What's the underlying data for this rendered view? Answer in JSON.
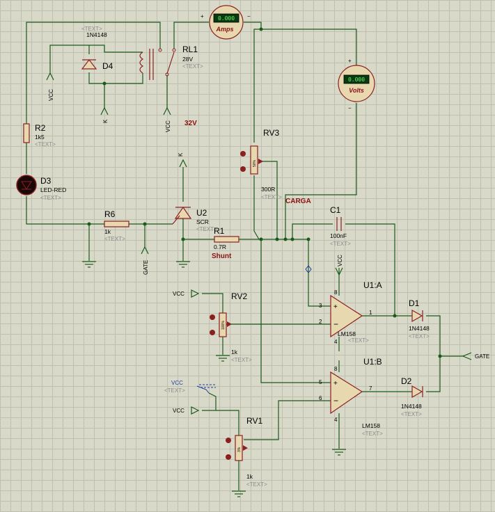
{
  "placeholder": "<TEXT>",
  "meters": {
    "amps": {
      "unit": "Amps",
      "reading": "0.000",
      "plus": "+",
      "minus": "−"
    },
    "volts": {
      "unit": "Volts",
      "reading": "0.000",
      "plus": "+",
      "minus": "−"
    }
  },
  "components": {
    "rl1": {
      "ref": "RL1",
      "value": "28V"
    },
    "d4": {
      "ref": "D4",
      "value": "1N4148"
    },
    "r2": {
      "ref": "R2",
      "value": "1k5"
    },
    "d3": {
      "ref": "D3",
      "value": "LED-RED"
    },
    "r6": {
      "ref": "R6",
      "value": "1k"
    },
    "u2": {
      "ref": "U2",
      "value": "SCR"
    },
    "r1": {
      "ref": "R1",
      "value": "0.7R",
      "note": "Shunt"
    },
    "rv3": {
      "ref": "RV3",
      "value": "300R",
      "pct": "50%"
    },
    "c1": {
      "ref": "C1",
      "value": "100nF"
    },
    "rv2": {
      "ref": "RV2",
      "value": "1k",
      "pct": "100%"
    },
    "rv1": {
      "ref": "RV1",
      "value": "1k",
      "pct": "3%"
    },
    "u1a": {
      "ref": "U1:A",
      "value": "LM158",
      "pins": [
        "3",
        "2",
        "1",
        "8",
        "4"
      ]
    },
    "u1b": {
      "ref": "U1:B",
      "value": "LM158",
      "pins": [
        "5",
        "6",
        "7",
        "8",
        "4"
      ]
    },
    "d1": {
      "ref": "D1",
      "value": "1N4148"
    },
    "d2": {
      "ref": "D2",
      "value": "1N4148"
    }
  },
  "labels": {
    "vcc": "VCC",
    "k": "K",
    "gate": "GATE",
    "supply_voltage": "32V",
    "carga": "CARGA"
  }
}
